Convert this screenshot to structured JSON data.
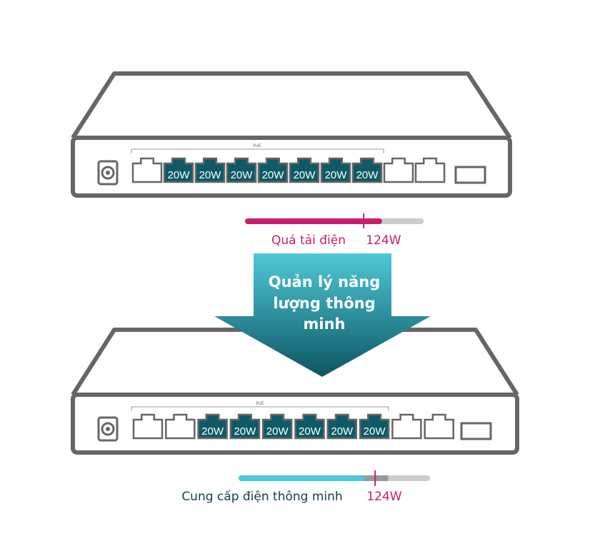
{
  "colors": {
    "outline": "#666666",
    "port_active": "#0e5a66",
    "overload": "#c81f6a",
    "smart": "#4ec9d6",
    "track": "#cccccc",
    "track_dark": "#999999",
    "arrow_top": "#4ec9d6",
    "arrow_bottom": "#0d5563",
    "smart_text": "#12414b"
  },
  "switch_top": {
    "poe_label": "PoE",
    "ports": [
      "",
      "20W",
      "20W",
      "20W",
      "20W",
      "20W",
      "20W",
      "20W",
      "",
      ""
    ],
    "bar": {
      "caption": "Quá tải điện",
      "limit": "124W",
      "fill_fraction": 0.76,
      "limit_fraction": 0.67
    }
  },
  "arrow": {
    "lines": [
      "Quản lý năng",
      "lượng thông",
      "minh"
    ]
  },
  "switch_bottom": {
    "poe_label": "PoE",
    "ports": [
      "",
      "",
      "20W",
      "20W",
      "20W",
      "20W",
      "20W",
      "20W",
      "",
      ""
    ],
    "bar": {
      "caption": "Cung cấp điện thông minh",
      "limit": "124W",
      "fill_fraction": 0.65,
      "used_fraction": 0.79,
      "limit_fraction": 0.72
    }
  }
}
